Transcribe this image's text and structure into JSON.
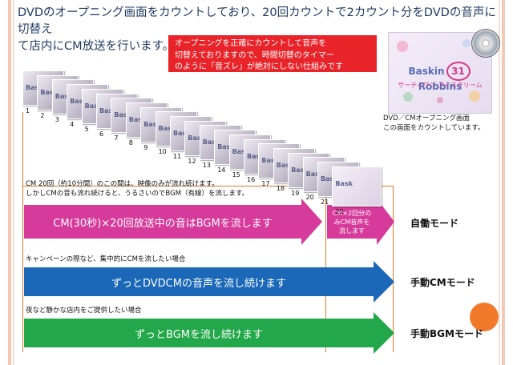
{
  "header": {
    "title_line1": "DVDのオープニング画面をカウントしており、20回カウントで2カウント分をDVDの音声に切替え",
    "title_line2": "て店内にCM放送を行います。"
  },
  "note": {
    "line1": "オープニングを正確にカウントして音声を",
    "line2": "切替えておりますので、時間切替のタイマー",
    "line3": "のように「音ズレ」が絶対にしない仕組みです"
  },
  "photo": {
    "brand_left": "Baskin",
    "brand_num": "31",
    "brand_right": "Robbins",
    "brand_sub": "サーティワン アイスクリーム"
  },
  "caption": {
    "line1": "DVD／CMオープニング画面",
    "line2": "この画面をカウントしています。"
  },
  "frames": {
    "label_text": "Bask",
    "numbers": [
      "1",
      "2",
      "3",
      "4",
      "5",
      "6",
      "7",
      "8",
      "9",
      "10",
      "11",
      "12",
      "13",
      "14",
      "15",
      "16",
      "17",
      "18",
      "19",
      "20",
      "21",
      "22"
    ]
  },
  "rows": [
    {
      "desc_line1": "CM 20回（約10分間）のこの間は、映像のみが流れ続けます。",
      "desc_line2": "しかしCMの音も流れ続けると、うるさいのでBGM（有線）を流します。",
      "arrow_text": "CM(30秒)×20回放送中の音はBGMを流します",
      "side_line1": "CM×2回分の",
      "side_line2": "みCM音声を",
      "side_line3": "流します",
      "mode": "自働モード"
    },
    {
      "desc_line1": "キャンペーンの際など、集中的にCMを流したい場合",
      "arrow_text": "ずっとDVDCMの音声を流し続けます",
      "mode": "手動CMモード"
    },
    {
      "desc_line1": "夜など静かな店内をご提供したい場合",
      "arrow_text": "ずっとBGMを流し続けます",
      "mode": "手動BGMモード"
    }
  ],
  "colors": {
    "magenta": "#d63a9a",
    "blue": "#1a68b7",
    "green": "#22a84a",
    "red": "#e8242a",
    "orange": "#f07a2a"
  }
}
